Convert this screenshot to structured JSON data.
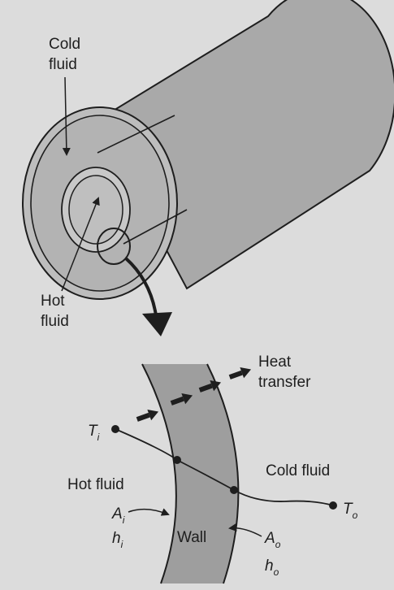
{
  "colors": {
    "background": "#dcdcdc",
    "cylinder_fill": "#a9a9a9",
    "wall_fill": "#9e9e9e",
    "ink": "#1e1e1e"
  },
  "diagram": {
    "labels": {
      "cold_fluid_top_line1": "Cold",
      "cold_fluid_top_line2": "fluid",
      "hot_fluid_top_line1": "Hot",
      "hot_fluid_top_line2": "fluid",
      "heat_transfer_line1": "Heat",
      "heat_transfer_line2": "transfer",
      "hot_fluid": "Hot fluid",
      "cold_fluid": "Cold fluid",
      "wall": "Wall"
    },
    "symbols": {
      "Ti": {
        "main": "T",
        "sub": "i"
      },
      "To": {
        "main": "T",
        "sub": "o"
      },
      "Ai": {
        "main": "A",
        "sub": "i"
      },
      "hi": {
        "main": "h",
        "sub": "i"
      },
      "Ao": {
        "main": "A",
        "sub": "o"
      },
      "ho": {
        "main": "h",
        "sub": "o"
      }
    }
  }
}
